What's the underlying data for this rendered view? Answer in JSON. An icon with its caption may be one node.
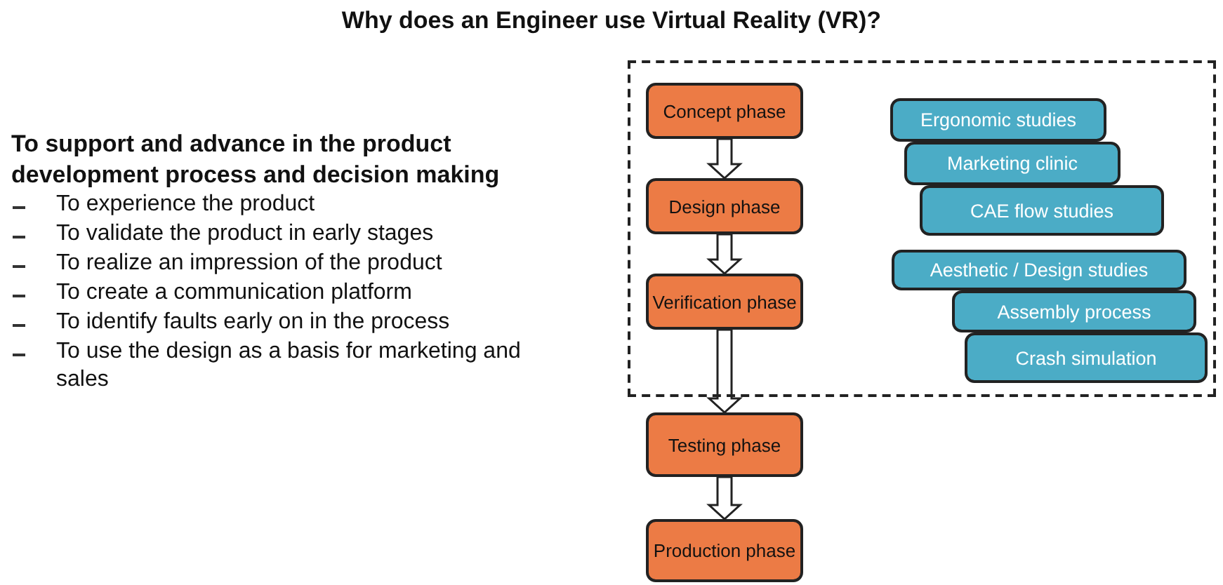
{
  "diagram": {
    "title": "Why does an Engineer use Virtual Reality (VR)?",
    "nodes": [
      {
        "text": [],
        "shape": "box"
      },
      {
        "text": [
          "Concept phase"
        ],
        "in": 0
      },
      {
        "text": [
          "Design phase"
        ],
        "in": 0
      },
      {
        "text": [
          "Verification phase"
        ],
        "in": 0
      },
      {
        "text": [
          "Ergonomic studies"
        ],
        "in": 0
      },
      {
        "text": [
          "Marketing clinic"
        ],
        "in": 0
      },
      {
        "text": [
          "CAE flow studies"
        ],
        "in": 0
      },
      {
        "text": [
          "Aesthetic / Design studies"
        ],
        "in": 0
      },
      {
        "text": [
          "Assembly process"
        ],
        "in": 0
      },
      {
        "text": [
          "Crash simulation"
        ],
        "in": 0
      },
      {
        "text": [
          "Testing phase"
        ]
      },
      {
        "text": [
          "Production phase"
        ]
      }
    ],
    "edges": [
      {
        "from": 1,
        "to": 2,
        "arrow": "to"
      },
      {
        "from": 2,
        "to": 3,
        "arrow": "to"
      },
      {
        "from": 3,
        "to": 10,
        "arrow": "to"
      },
      {
        "from": 10,
        "to": 11,
        "arrow": "to"
      }
    ],
    "labels": [
      "To support and advance in the product development process and decision making",
      "To experience the product",
      "To validate the product in early stages",
      "To realize an impression of the product",
      "To create a communication platform",
      "To identify faults early on in the process",
      "To use the design as a basis for marketing and sales"
    ]
  }
}
